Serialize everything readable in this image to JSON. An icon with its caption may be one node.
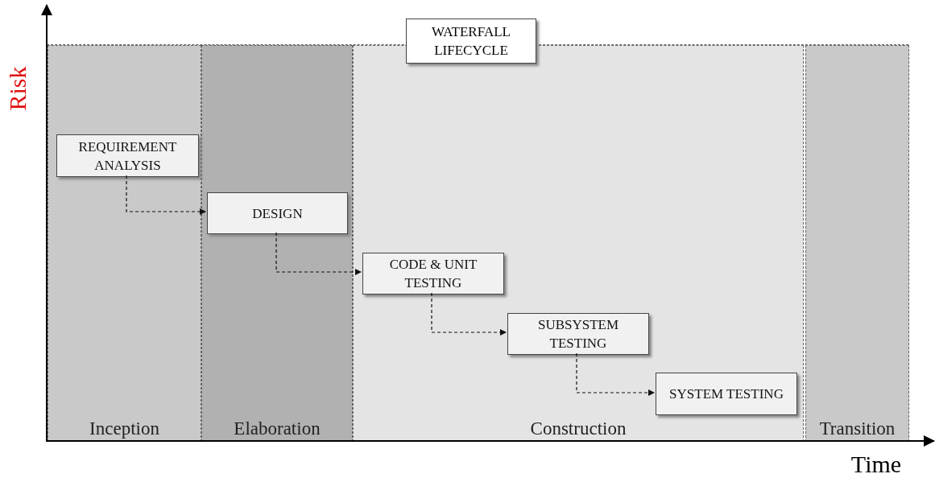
{
  "diagram": {
    "nodes": [
      {
        "text": [
          "WATERFALL LIFECYCLE"
        ]
      },
      {
        "text": [
          "Inception"
        ],
        "in": 0
      },
      {
        "text": [
          "Elaboration"
        ],
        "in": 0
      },
      {
        "text": [
          "Construction"
        ],
        "in": 0
      },
      {
        "text": [
          "Transition"
        ],
        "in": 0
      },
      {
        "text": [
          "REQUIREMENT ANALYSIS"
        ],
        "in": 1
      },
      {
        "text": [
          "DESIGN"
        ],
        "in": 2
      },
      {
        "text": [
          "CODE & UNIT TESTING"
        ],
        "in": 3
      },
      {
        "text": [
          "SUBSYSTEM TESTING"
        ],
        "in": 3
      },
      {
        "text": [
          "SYSTEM TESTING"
        ],
        "in": 3
      }
    ],
    "edges": [
      {
        "from": 5,
        "to": 6,
        "arrow": "to",
        "style": "dashed"
      },
      {
        "from": 6,
        "to": 7,
        "arrow": "to",
        "style": "dashed"
      },
      {
        "from": 7,
        "to": 8,
        "arrow": "to",
        "style": "dashed"
      },
      {
        "from": 8,
        "to": 9,
        "arrow": "to",
        "style": "dashed"
      }
    ],
    "labels": [
      "Risk",
      "Time"
    ]
  }
}
